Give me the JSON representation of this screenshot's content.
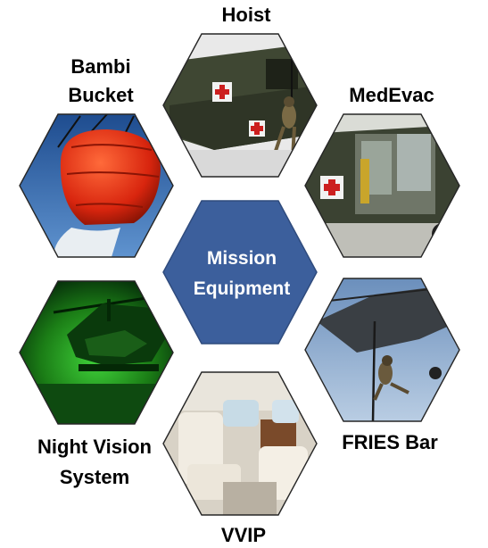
{
  "center": {
    "line1": "Mission",
    "line2": "Equipment",
    "fill_color": "#3c5f9c"
  },
  "equipment": [
    {
      "id": "hoist",
      "label_lines": [
        "Hoist"
      ],
      "icon": "helicopter-hoist-photo"
    },
    {
      "id": "medevac",
      "label_lines": [
        "MedEvac"
      ],
      "icon": "medevac-helicopter-photo"
    },
    {
      "id": "fries-bar",
      "label_lines": [
        "FRIES Bar"
      ],
      "icon": "fast-rope-photo"
    },
    {
      "id": "vvip",
      "label_lines": [
        "VVIP"
      ],
      "icon": "vip-cabin-photo"
    },
    {
      "id": "night-vision",
      "label_lines": [
        "Night Vision",
        "System"
      ],
      "icon": "night-vision-photo"
    },
    {
      "id": "bambi-bucket",
      "label_lines": [
        "Bambi",
        "Bucket"
      ],
      "icon": "water-bucket-photo"
    }
  ]
}
